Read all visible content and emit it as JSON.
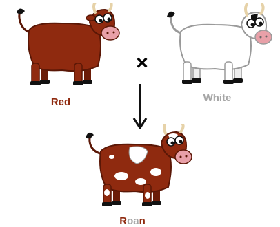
{
  "colors": {
    "red": "#8f2a0f",
    "red_dark": "#5a1706",
    "white": "#ffffff",
    "white_outline": "#9a9a9a",
    "white_label": "#a6a6a6",
    "muzzle": "#e8a0a8",
    "horn": "#e6d2a8",
    "black": "#111111"
  },
  "labels": {
    "red": "Red",
    "white": "White",
    "roan_r": "R",
    "roan_oa": "oa",
    "roan_n": "n"
  },
  "cross_symbol": "×",
  "icons": {
    "red_cow": "red-cow-icon",
    "white_cow": "white-cow-icon",
    "roan_cow": "roan-cow-icon",
    "arrow": "down-arrow-icon"
  }
}
